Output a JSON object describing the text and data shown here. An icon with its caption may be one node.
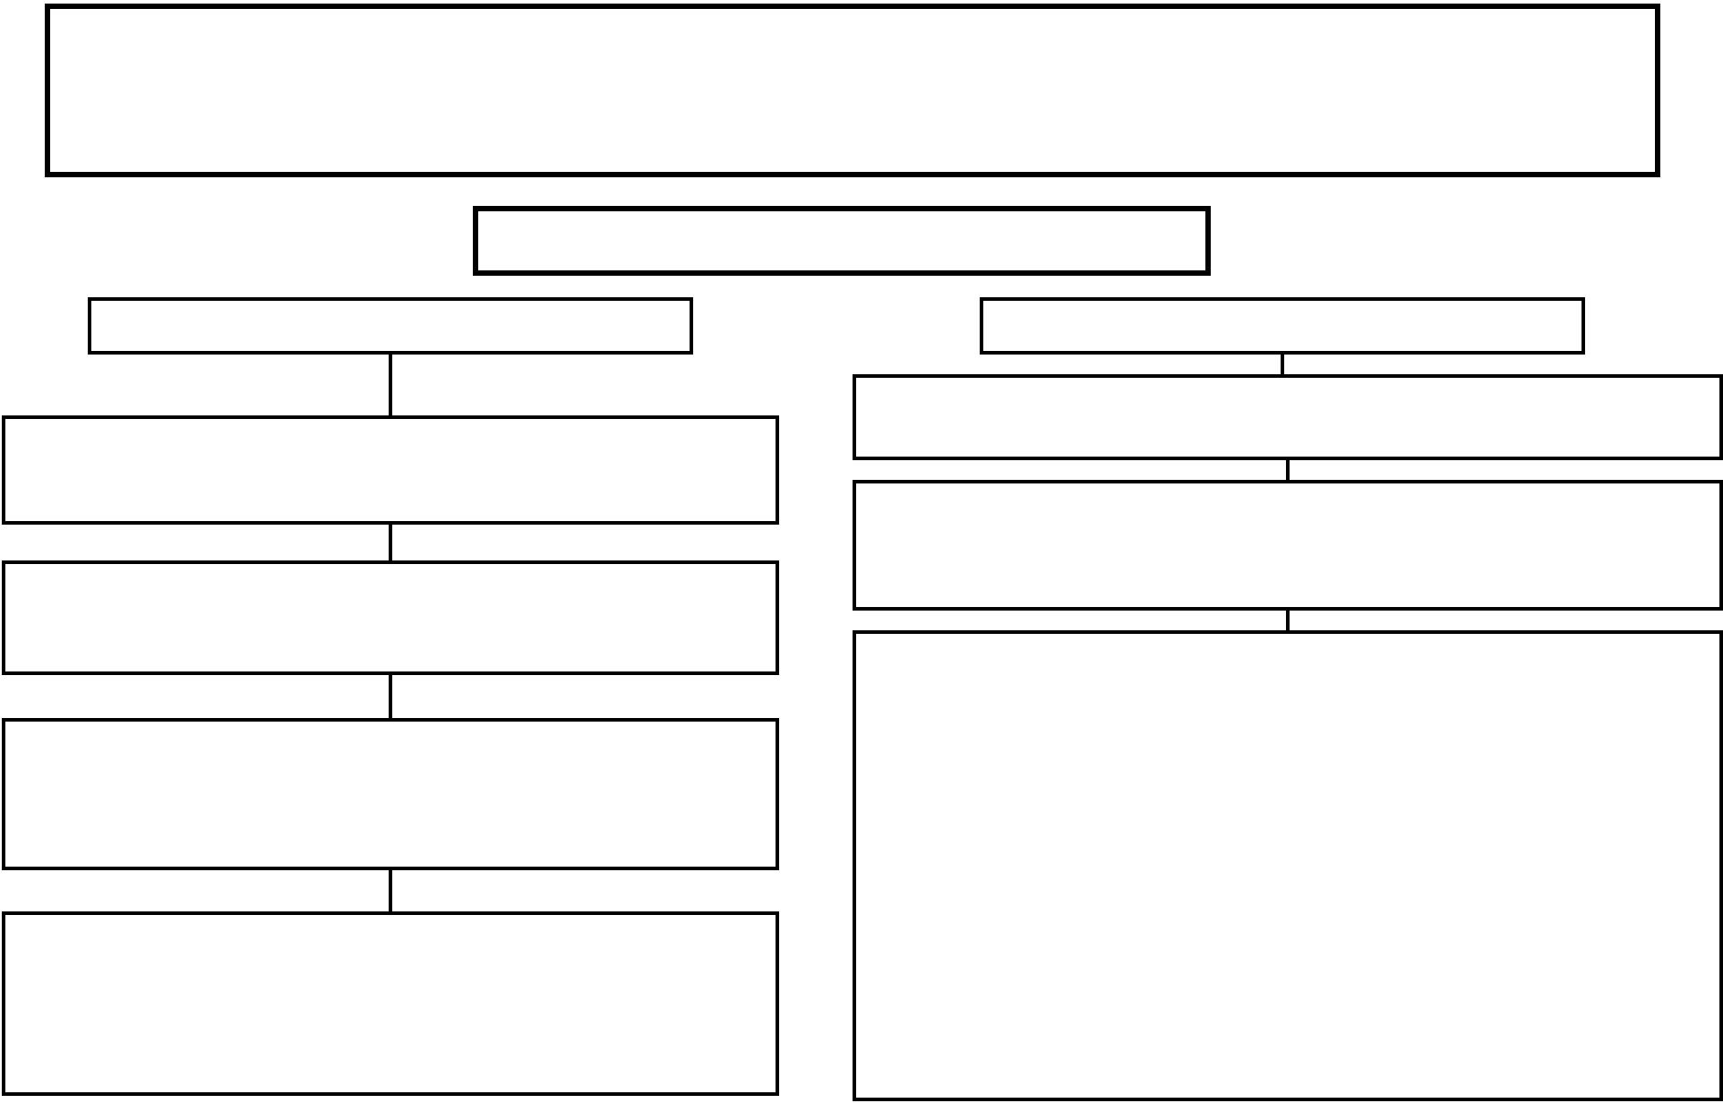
{
  "diagram": {
    "nodes": [
      {
        "text": [],
        "shape": "box"
      },
      {
        "text": [],
        "shape": "box"
      },
      {
        "text": [],
        "shape": "box"
      },
      {
        "text": [],
        "shape": "box"
      },
      {
        "text": [],
        "shape": "box"
      },
      {
        "text": [],
        "shape": "box"
      },
      {
        "text": [],
        "shape": "box"
      },
      {
        "text": [],
        "shape": "box"
      },
      {
        "text": [],
        "shape": "box"
      },
      {
        "text": [],
        "shape": "box"
      },
      {
        "text": [],
        "shape": "box"
      }
    ],
    "edges": [
      {
        "from": 2,
        "to": 4,
        "arrow": "none"
      },
      {
        "from": 4,
        "to": 5,
        "arrow": "none"
      },
      {
        "from": 5,
        "to": 6,
        "arrow": "none"
      },
      {
        "from": 6,
        "to": 7,
        "arrow": "none"
      },
      {
        "from": 3,
        "to": 8,
        "arrow": "none"
      },
      {
        "from": 8,
        "to": 9,
        "arrow": "none"
      },
      {
        "from": 9,
        "to": 10,
        "arrow": "none"
      }
    ]
  }
}
